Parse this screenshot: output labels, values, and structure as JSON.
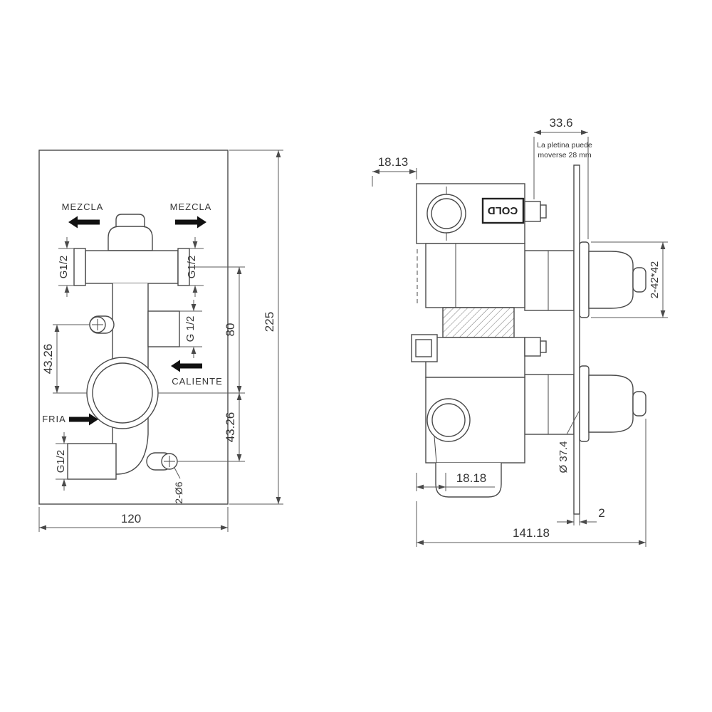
{
  "drawing": {
    "background": "#ffffff",
    "ink_color": "#4a4a4a",
    "dim_color": "#5a5a5a",
    "arrow_color": "#111111"
  },
  "front_view": {
    "flow_labels": {
      "mezcla_left": "MEZCLA",
      "mezcla_right": "MEZCLA",
      "caliente": "CALIENTE",
      "fria": "FRIA"
    },
    "port_labels": {
      "top_left": "G1/2",
      "top_right": "G1/2",
      "mid_right": "G 1/2",
      "bottom_left": "G1/2"
    },
    "dims": {
      "plate_width": "120",
      "plate_height": "225",
      "port_span": "80",
      "offset_upper": "43.26",
      "offset_lower": "43.26",
      "mounting_holes": "2-Ø6"
    }
  },
  "side_view": {
    "labels": {
      "cold": "COLD",
      "note_line1": "La pletina puede",
      "note_line2": "moverse 28 mm"
    },
    "dims": {
      "inlet_offset": "18.13",
      "plate_travel": "33.6",
      "handle_square": "2-42*42",
      "knob_diameter": "Ø 37.4",
      "body_offset": "18.18",
      "plate_thickness": "2",
      "total_depth": "141.18"
    }
  }
}
